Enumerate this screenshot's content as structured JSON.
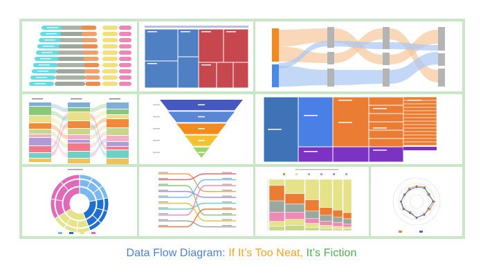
{
  "caption": {
    "part1": "Data Flow Diagram:",
    "part2": "If It’s Too Neat,",
    "part3": "It’s Fiction",
    "colors": {
      "part1": "#4a7fd4",
      "part2": "#f2a31b",
      "part3": "#4caf50"
    }
  },
  "frame_color": "#c9e6c6",
  "thumbnails": [
    {
      "name": "parallel-sets-thumbnail",
      "icon": "stacked-flow-bands"
    },
    {
      "name": "treemap-thumbnail",
      "icon": "treemap"
    },
    {
      "name": "sankey-thumbnail",
      "icon": "sankey-flows"
    },
    {
      "name": "alluvial-thumbnail",
      "icon": "alluvial-columns"
    },
    {
      "name": "funnel-thumbnail",
      "icon": "funnel"
    },
    {
      "name": "nested-treemap-thumbnail",
      "icon": "nested-treemap"
    },
    {
      "name": "sunburst-thumbnail",
      "icon": "sunburst-ring"
    },
    {
      "name": "bump-chart-thumbnail",
      "icon": "bump-lines"
    },
    {
      "name": "stacked-column-thumbnail",
      "icon": "marimekko"
    },
    {
      "name": "radar-thumbnail",
      "icon": "radar-polygon"
    }
  ]
}
